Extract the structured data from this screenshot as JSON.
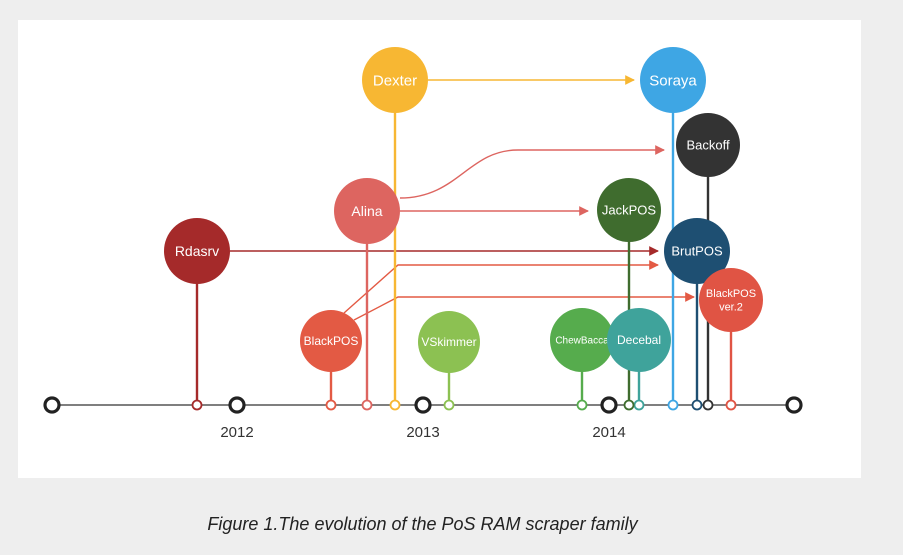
{
  "caption": "Figure 1.The evolution of the PoS RAM scraper family",
  "years": [
    "2012",
    "2013",
    "2014"
  ],
  "colors": {
    "axis": "#555555",
    "milestone": "#222222"
  },
  "nodes": [
    {
      "id": "rdasrv",
      "label": "Rdasrv",
      "color": "#a52a2a"
    },
    {
      "id": "blackpos",
      "label": "BlackPOS",
      "color": "#e35a44"
    },
    {
      "id": "alina",
      "label": "Alina",
      "color": "#dd6560"
    },
    {
      "id": "dexter",
      "label": "Dexter",
      "color": "#f7b733"
    },
    {
      "id": "vskimmer",
      "label": "VSkimmer",
      "color": "#8cc152"
    },
    {
      "id": "chewbacca",
      "label": "ChewBacca",
      "color": "#56ac4d"
    },
    {
      "id": "decebal",
      "label": "Decebal",
      "color": "#3fa39b"
    },
    {
      "id": "jackpos",
      "label": "JackPOS",
      "color": "#3f6c2e"
    },
    {
      "id": "soraya",
      "label": "Soraya",
      "color": "#3ea6e4"
    },
    {
      "id": "backoff",
      "label": "Backoff",
      "color": "#333333"
    },
    {
      "id": "brutpos",
      "label": "BrutPOS",
      "color": "#1e4f72"
    },
    {
      "id": "blackpos2",
      "label": [
        "BlackPOS",
        "ver.2"
      ],
      "color": "#e05444"
    }
  ],
  "relations": [
    {
      "from": "dexter",
      "to": "soraya",
      "color": "#f7b733"
    },
    {
      "from": "alina",
      "to": "backoff",
      "color": "#dd6560"
    },
    {
      "from": "alina",
      "to": "jackpos",
      "color": "#dd6560"
    },
    {
      "from": "rdasrv",
      "to": "brutpos",
      "color": "#a52a2a"
    },
    {
      "from": "blackpos",
      "to": "brutpos",
      "color": "#e35a44"
    },
    {
      "from": "blackpos",
      "to": "blackpos2",
      "color": "#e35a44"
    }
  ]
}
